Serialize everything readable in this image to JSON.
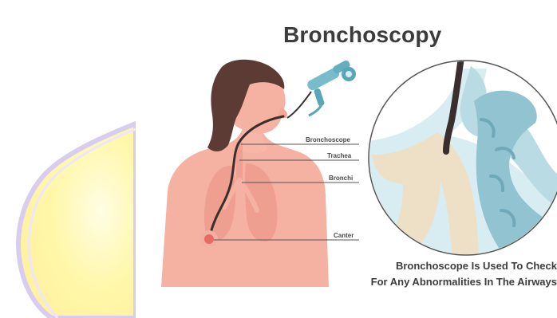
{
  "title": "Bronchoscopy",
  "labels": {
    "bronchoscope": "Bronchoscope",
    "trachea": "Trachea",
    "bronchi": "Bronchi",
    "canter": "Canter"
  },
  "caption": {
    "line1": "Bronchoscope Is Used To Check",
    "line2": "For Any Abnormalities In The Airways"
  },
  "colors": {
    "skin": "#f5b1a2",
    "hair": "#5b3b33",
    "lungs": "#ef9f8f",
    "scope": "#6fb8c6",
    "tube": "#3a2e2e",
    "tumor": "#e86b63",
    "airway": "#b9dbe3",
    "airway_light": "#d8edf2"
  }
}
